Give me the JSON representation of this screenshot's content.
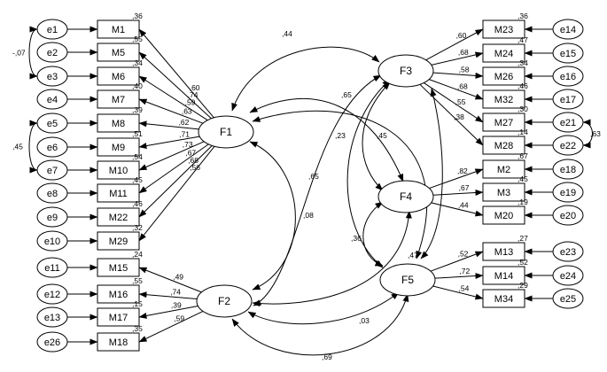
{
  "factors": [
    {
      "id": "F1",
      "label": "F1"
    },
    {
      "id": "F2",
      "label": "F2"
    },
    {
      "id": "F3",
      "label": "F3"
    },
    {
      "id": "F4",
      "label": "F4"
    },
    {
      "id": "F5",
      "label": "F5"
    }
  ],
  "left_items": [
    {
      "label": "M1",
      "error": "e1",
      "r2": ",36",
      "loading": ",60",
      "factor": "F1"
    },
    {
      "label": "M5",
      "error": "e2",
      "r2": ",55",
      "loading": ",74",
      "factor": "F1"
    },
    {
      "label": "M6",
      "error": "e3",
      "r2": ",34",
      "loading": ",59",
      "factor": "F1"
    },
    {
      "label": "M7",
      "error": "e4",
      "r2": ",40",
      "loading": ",63",
      "factor": "F1"
    },
    {
      "label": "M8",
      "error": "e5",
      "r2": ",39",
      "loading": ",62",
      "factor": "F1"
    },
    {
      "label": "M9",
      "error": "e6",
      "r2": ",51",
      "loading": ",71",
      "factor": "F1"
    },
    {
      "label": "M10",
      "error": "e7",
      "r2": ",54",
      "loading": ",73",
      "factor": "F1"
    },
    {
      "label": "M11",
      "error": "e8",
      "r2": ",45",
      "loading": ",67",
      "factor": "F1"
    },
    {
      "label": "M22",
      "error": "e9",
      "r2": ",46",
      "loading": ",68",
      "factor": "F1"
    },
    {
      "label": "M29",
      "error": "e10",
      "r2": ",32",
      "loading": ",56",
      "factor": "F1"
    },
    {
      "label": "M15",
      "error": "e11",
      "r2": ",24",
      "loading": ",49",
      "factor": "F2"
    },
    {
      "label": "M16",
      "error": "e12",
      "r2": ",55",
      "loading": ",74",
      "factor": "F2"
    },
    {
      "label": "M17",
      "error": "e13",
      "r2": ",15",
      "loading": ",39",
      "factor": "F2"
    },
    {
      "label": "M18",
      "error": "e26",
      "r2": ",35",
      "loading": ",59",
      "factor": "F2"
    }
  ],
  "right_items": [
    {
      "label": "M23",
      "error": "e14",
      "r2": ",36",
      "loading": ",60",
      "factor": "F3"
    },
    {
      "label": "M24",
      "error": "e15",
      "r2": ",47",
      "loading": ",68",
      "factor": "F3"
    },
    {
      "label": "M26",
      "error": "e16",
      "r2": ",34",
      "loading": ",58",
      "factor": "F3"
    },
    {
      "label": "M32",
      "error": "e17",
      "r2": ",46",
      "loading": ",68",
      "factor": "F3"
    },
    {
      "label": "M27",
      "error": "e21",
      "r2": ",30",
      "loading": ",55",
      "factor": "F3"
    },
    {
      "label": "M28",
      "error": "e22",
      "r2": ",14",
      "loading": ",38",
      "factor": "F3"
    },
    {
      "label": "M2",
      "error": "e18",
      "r2": ",67",
      "loading": ",82",
      "factor": "F4"
    },
    {
      "label": "M3",
      "error": "e19",
      "r2": ",45",
      "loading": ",67",
      "factor": "F4"
    },
    {
      "label": "M20",
      "error": "e20",
      "r2": ",19",
      "loading": ",44",
      "factor": "F4"
    },
    {
      "label": "M13",
      "error": "e23",
      "r2": ",27",
      "loading": ",52",
      "factor": "F5"
    },
    {
      "label": "M14",
      "error": "e24",
      "r2": ",52",
      "loading": ",72",
      "factor": "F5"
    },
    {
      "label": "M34",
      "error": "e25",
      "r2": ",29",
      "loading": ",54",
      "factor": "F5"
    }
  ],
  "error_covariances": [
    {
      "from": "e1",
      "to": "e3",
      "value": "-,07"
    },
    {
      "from": "e5",
      "to": "e7",
      "value": ",45"
    },
    {
      "from": "e21",
      "to": "e22",
      "value": ",63"
    }
  ],
  "factor_correlations": [
    {
      "from": "F1",
      "to": "F3",
      "value": ",44"
    },
    {
      "from": "F1",
      "to": "F4",
      "value": ",65"
    },
    {
      "from": "F1",
      "to": "F5",
      "value": ",45"
    },
    {
      "from": "F3",
      "to": "F5",
      "value": ",23"
    },
    {
      "from": "F3",
      "to": "F2",
      "value": ",65"
    },
    {
      "from": "F1",
      "to": "F2",
      "value": ",08"
    },
    {
      "from": "F4",
      "to": "F5",
      "value": ",36"
    },
    {
      "from": "F4",
      "to": "F2",
      "value": ",47"
    },
    {
      "from": "F5",
      "to": "F2",
      "value": ",03"
    },
    {
      "from": "F2",
      "to": "F5",
      "value": ",69"
    }
  ]
}
